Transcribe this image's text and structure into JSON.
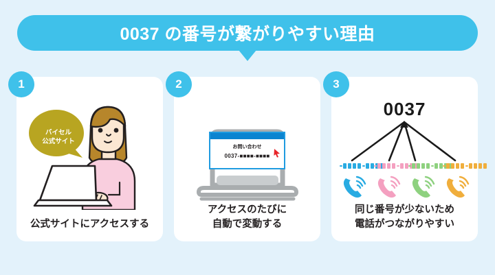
{
  "page": {
    "background_color": "#e3f2fb",
    "accent_color": "#3fc1ea",
    "text_color": "#231f20"
  },
  "banner": {
    "title": "0037 の番号が繋がりやすい理由",
    "color": "#3fc1ea"
  },
  "cards": [
    {
      "number": "1",
      "caption": "公式サイトにアクセスする",
      "illustration": "woman-at-laptop-icon",
      "speech_bubble": {
        "line1": "バイセル",
        "line2": "公式サイト",
        "color": "#b8a521"
      },
      "colors": {
        "hair": "#b7862b",
        "sweater": "#f9cede",
        "skin": "#fbe7d2"
      }
    },
    {
      "number": "2",
      "caption_line1": "アクセスのたびに",
      "caption_line2": "自動で変動する",
      "illustration": "laptop-icon",
      "screen": {
        "header": "お問い合わせ",
        "phone_prefix": "0037-",
        "masked_block": "■■■■",
        "separator": "-",
        "titlebar_color": "#0b84d0",
        "border_color": "#1f9be0",
        "cursor_color": "#e8252a"
      },
      "colors": {
        "laptop": "#a9adaf"
      }
    },
    {
      "number": "3",
      "caption_line1": "同じ番号が少ないため",
      "caption_line2": "電話がつながりやすい",
      "illustration": "number-branching-to-phones-icon",
      "root_number": "0037",
      "branches": [
        {
          "color": "#29abe2",
          "name": "phone-blue"
        },
        {
          "color": "#f4a0c0",
          "name": "phone-pink"
        },
        {
          "color": "#8ed17f",
          "name": "phone-green"
        },
        {
          "color": "#f0ae3c",
          "name": "phone-orange"
        }
      ],
      "strip_pattern": "-■■■■-■■■■"
    }
  ]
}
